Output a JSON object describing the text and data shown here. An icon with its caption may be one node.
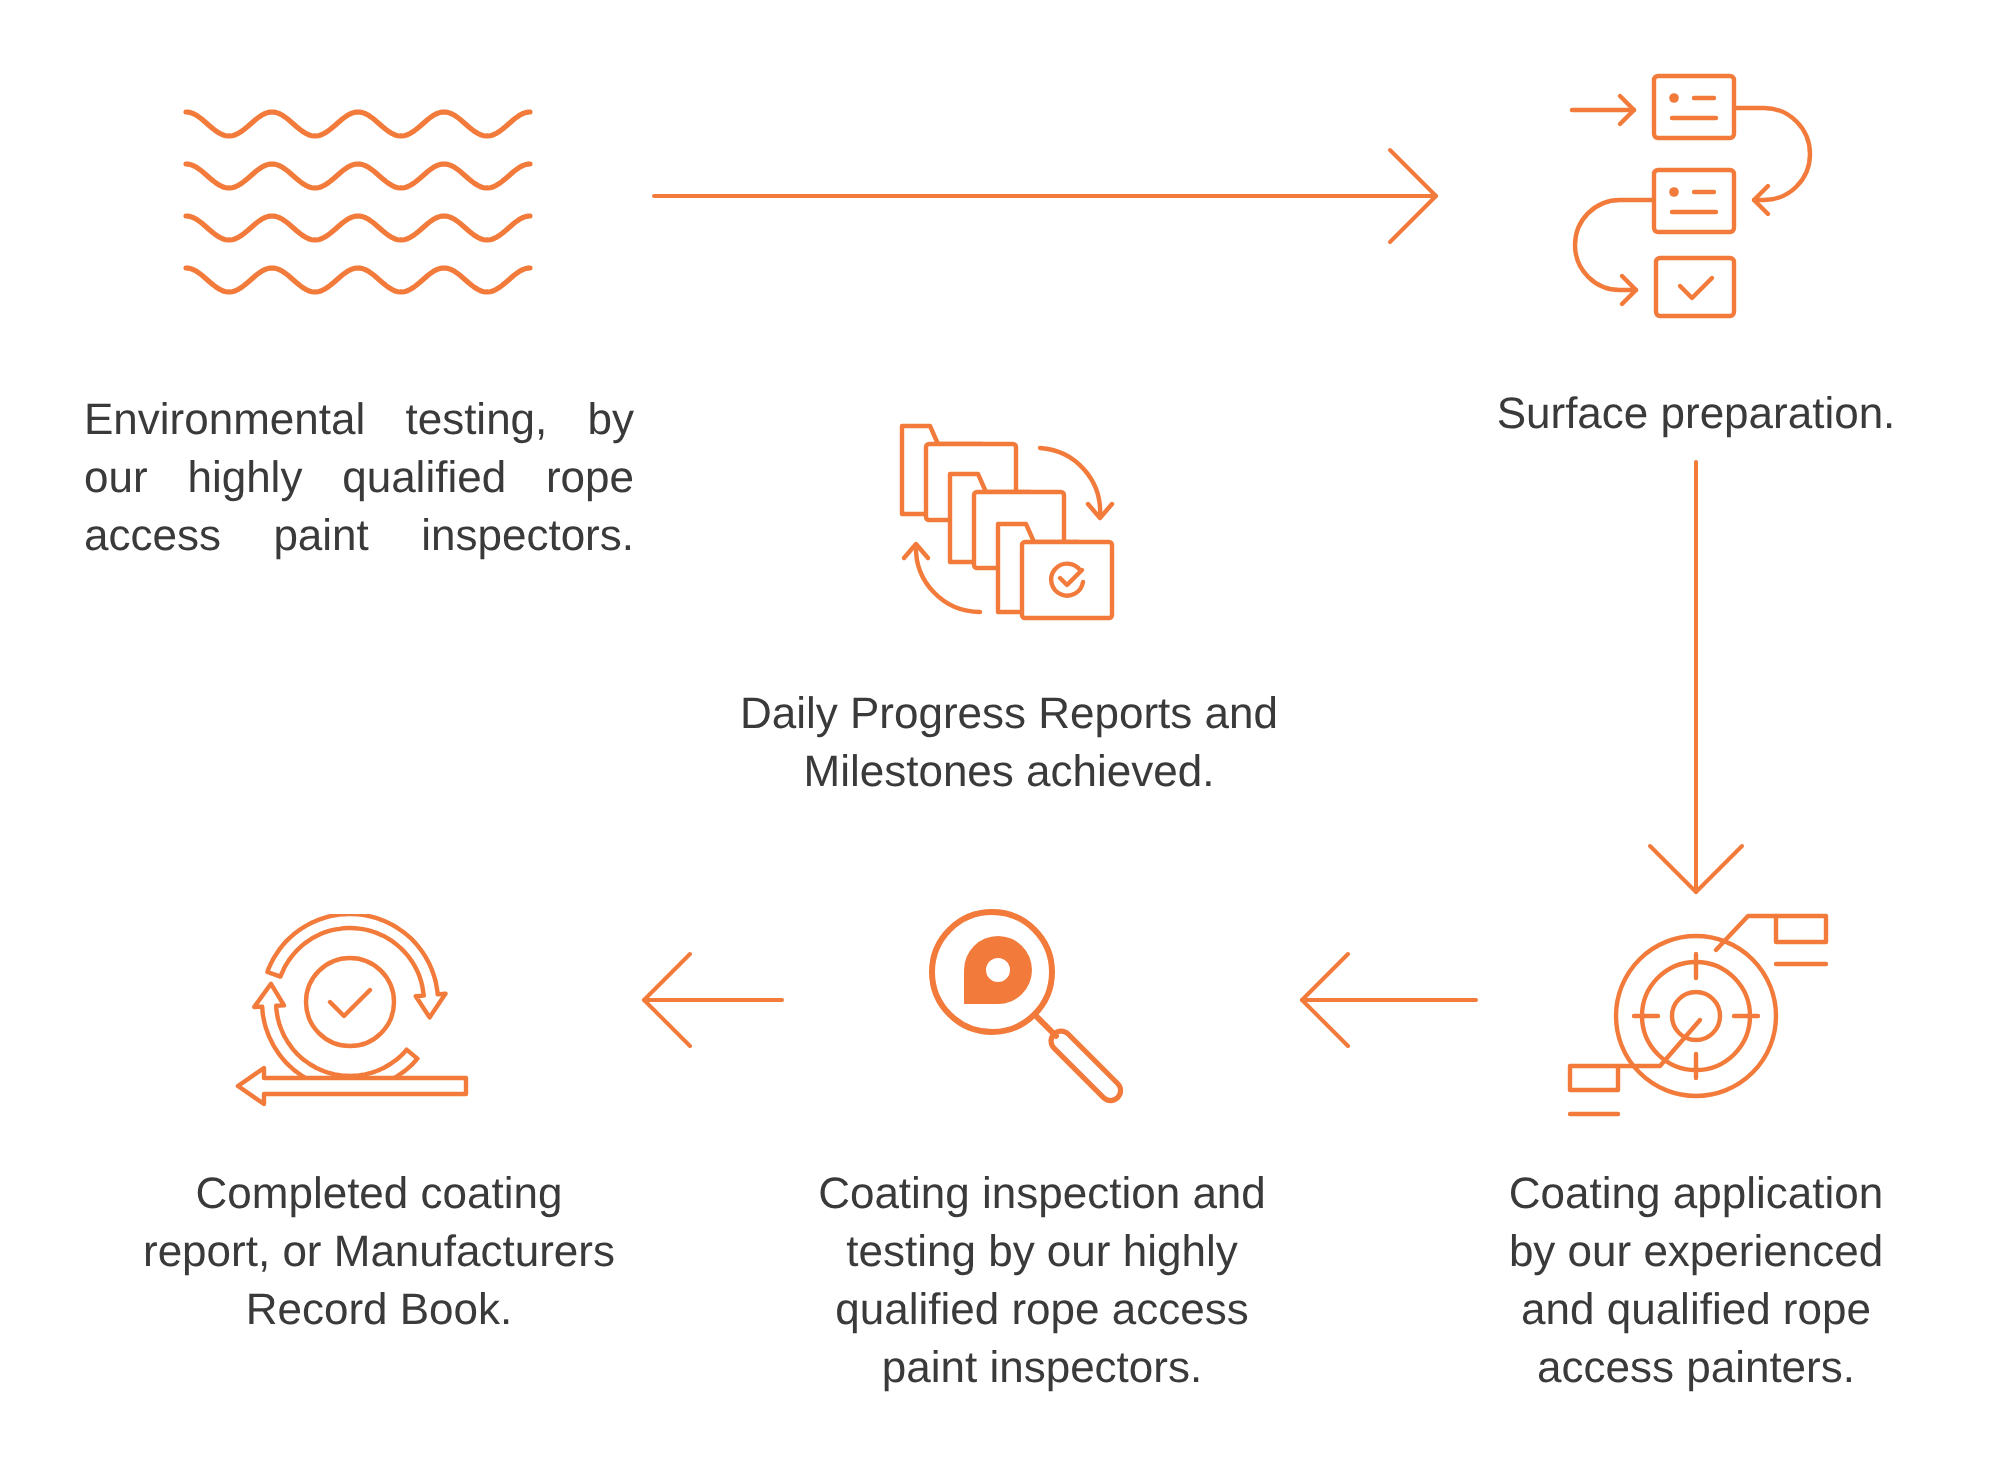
{
  "diagram": {
    "nodes": [
      {
        "text": [
          "Environmental testing, by our highly qualified rope access paint inspectors."
        ]
      },
      {
        "text": [
          "Surface preparation."
        ]
      },
      {
        "text": [
          "Daily Progress Reports and Milestones achieved."
        ]
      },
      {
        "text": [
          "Completed coating report, or Manufacturers Record Book."
        ]
      },
      {
        "text": [
          "Coating inspection and testing by our highly qualified rope access paint inspectors."
        ]
      },
      {
        "text": [
          "Coating application by our experienced and qualified rope access painters."
        ]
      }
    ],
    "edges": [
      {
        "from": 0,
        "to": 1,
        "arrow": "to"
      },
      {
        "from": 1,
        "to": 5,
        "arrow": "to"
      },
      {
        "from": 5,
        "to": 4,
        "arrow": "to"
      },
      {
        "from": 4,
        "to": 3,
        "arrow": "to"
      }
    ]
  }
}
